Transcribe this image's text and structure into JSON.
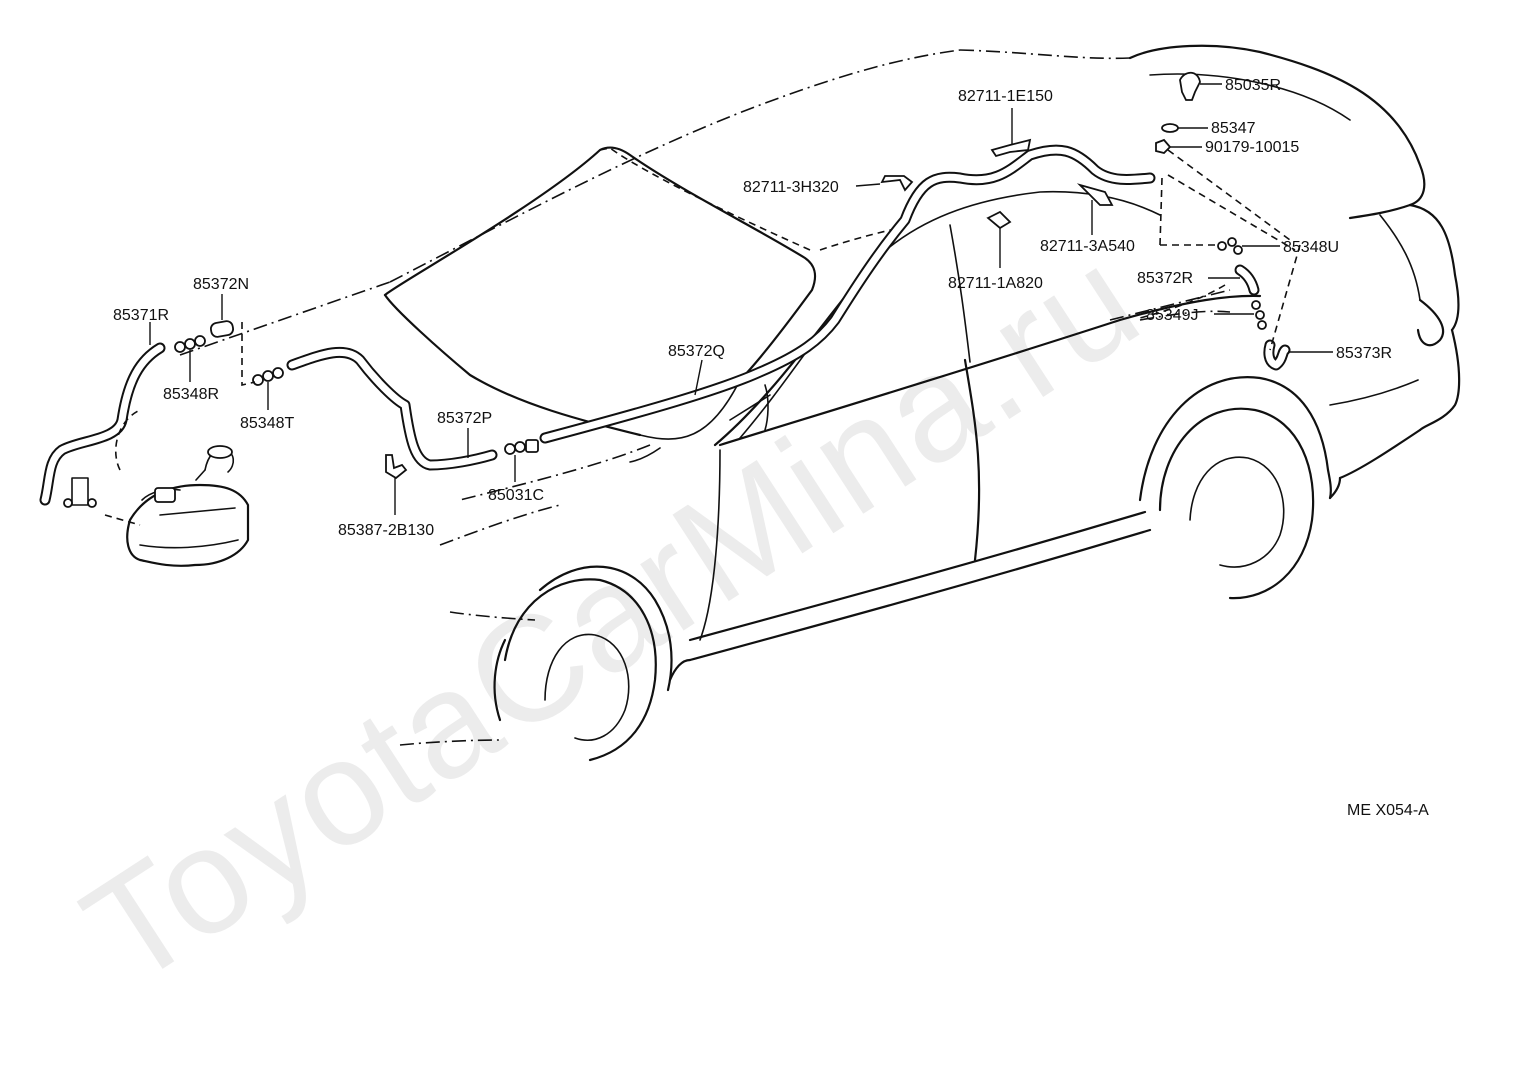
{
  "watermark": "ToyotaCarMina.ru",
  "diagram_code": "ME X054-A",
  "labels": {
    "p85035R": "85035R",
    "p82711_1E150": "82711-1E150",
    "p85347": "85347",
    "p90179_10015": "90179-10015",
    "p82711_3H320": "82711-3H320",
    "p85348U": "85348U",
    "p82711_3A540": "82711-3A540",
    "p82711_1A820": "82711-1A820",
    "p85372R": "85372R",
    "p85349J": "85349J",
    "p85373R": "85373R",
    "p85372N": "85372N",
    "p85371R": "85371R",
    "p85372Q": "85372Q",
    "p85348R": "85348R",
    "p85348T": "85348T",
    "p85372P": "85372P",
    "p85031C": "85031C",
    "p85387_2B130": "85387-2B130"
  }
}
